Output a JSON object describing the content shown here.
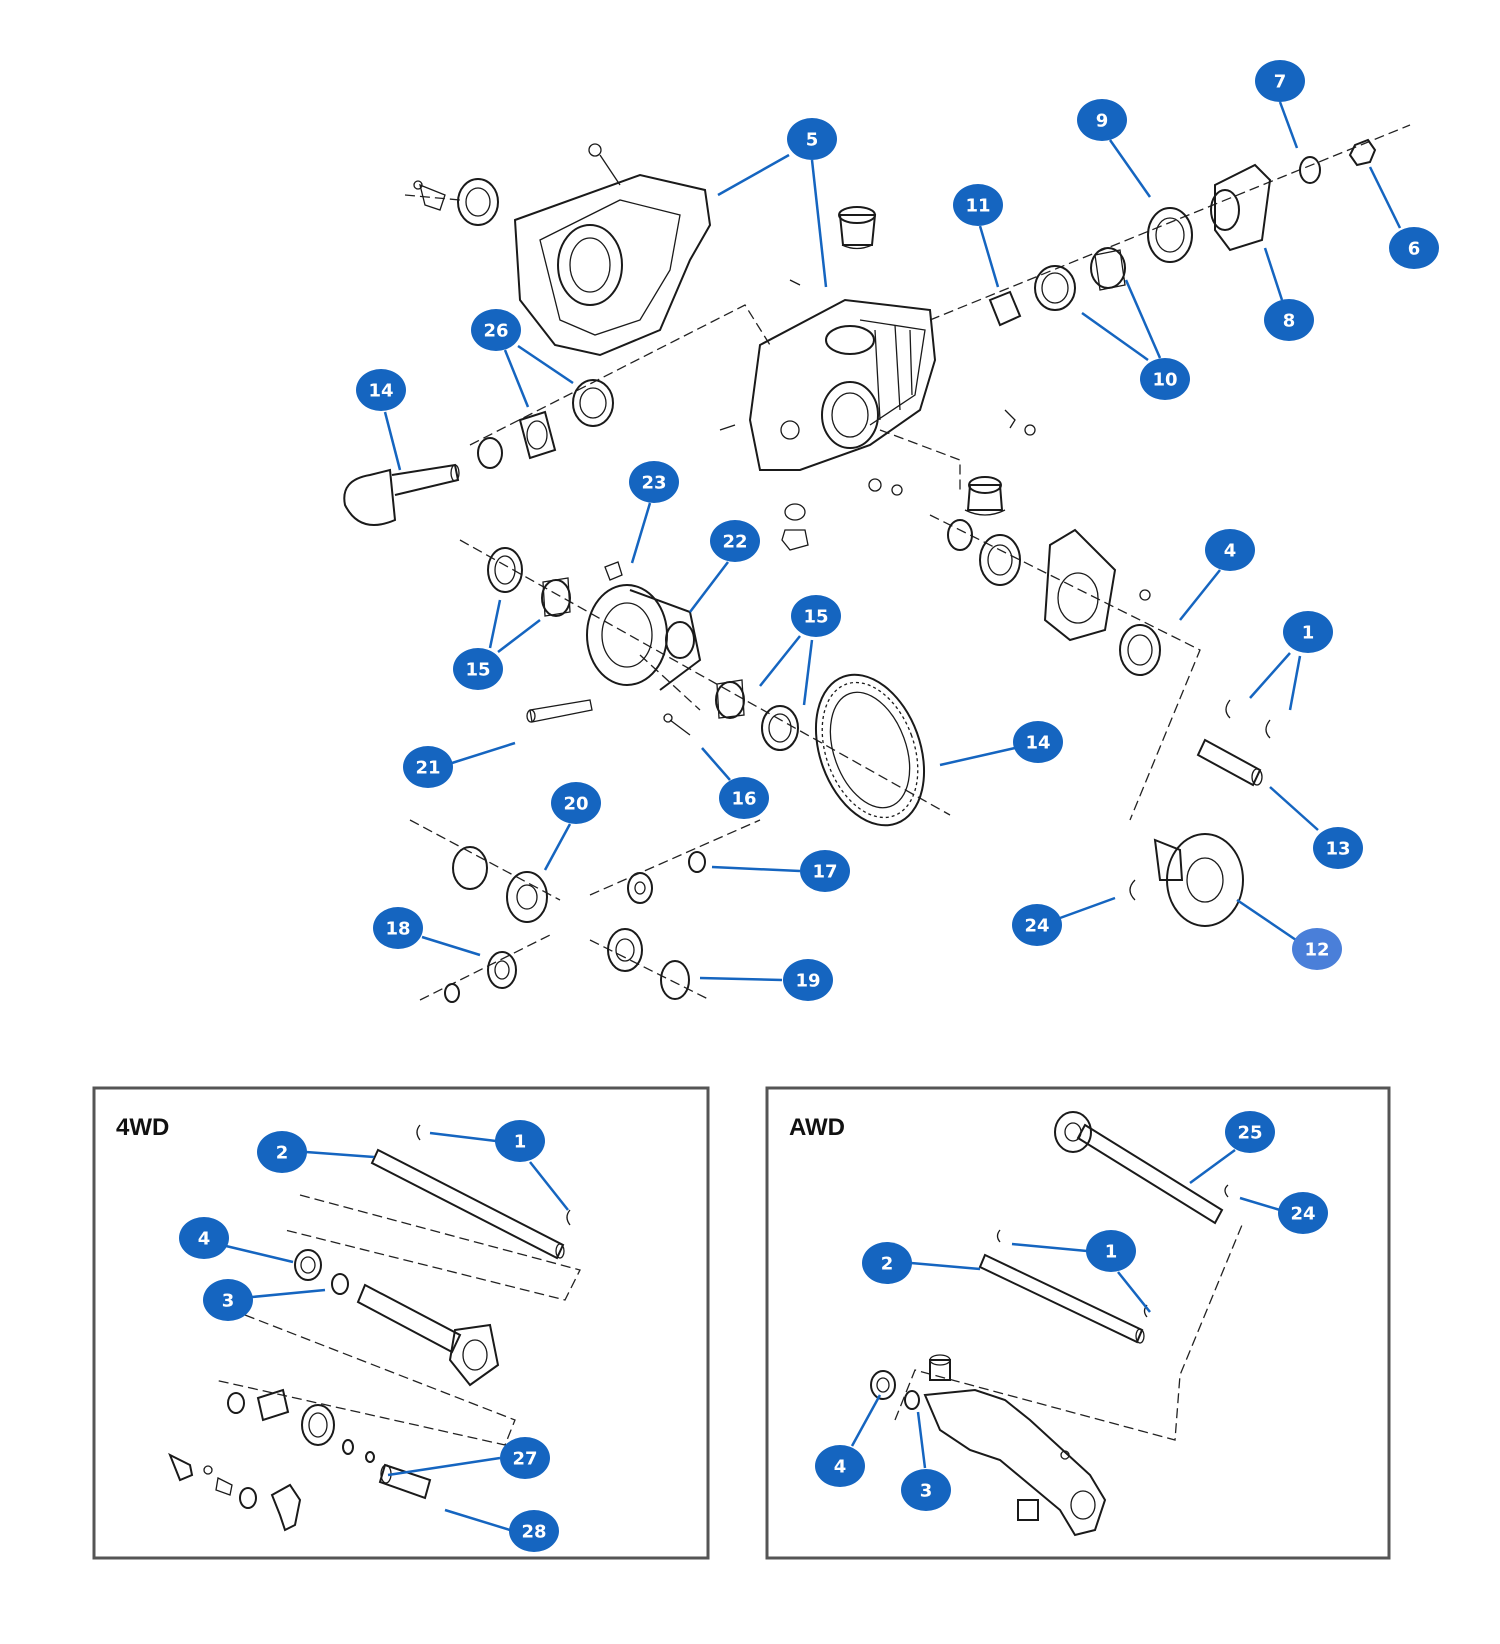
{
  "colors": {
    "callout": "#1565c0",
    "callout_highlight": "#4a7fd9",
    "callout_text": "#ffffff",
    "line_art": "#1a1a1a",
    "panel_border": "#555555"
  },
  "panels": {
    "left_title": "4WD",
    "right_title": "AWD"
  },
  "callouts": {
    "main": [
      {
        "label": "5"
      },
      {
        "label": "7"
      },
      {
        "label": "9"
      },
      {
        "label": "6"
      },
      {
        "label": "11"
      },
      {
        "label": "8"
      },
      {
        "label": "26"
      },
      {
        "label": "10"
      },
      {
        "label": "14"
      },
      {
        "label": "23"
      },
      {
        "label": "22"
      },
      {
        "label": "4"
      },
      {
        "label": "1"
      },
      {
        "label": "15"
      },
      {
        "label": "15"
      },
      {
        "label": "21"
      },
      {
        "label": "14"
      },
      {
        "label": "16"
      },
      {
        "label": "13"
      },
      {
        "label": "20"
      },
      {
        "label": "17"
      },
      {
        "label": "24"
      },
      {
        "label": "12",
        "highlight": true
      },
      {
        "label": "18"
      },
      {
        "label": "19"
      }
    ],
    "fourwd": [
      {
        "label": "2"
      },
      {
        "label": "1"
      },
      {
        "label": "4"
      },
      {
        "label": "3"
      },
      {
        "label": "27"
      },
      {
        "label": "28"
      }
    ],
    "awd": [
      {
        "label": "25"
      },
      {
        "label": "24"
      },
      {
        "label": "2"
      },
      {
        "label": "1"
      },
      {
        "label": "4"
      },
      {
        "label": "3"
      }
    ]
  }
}
